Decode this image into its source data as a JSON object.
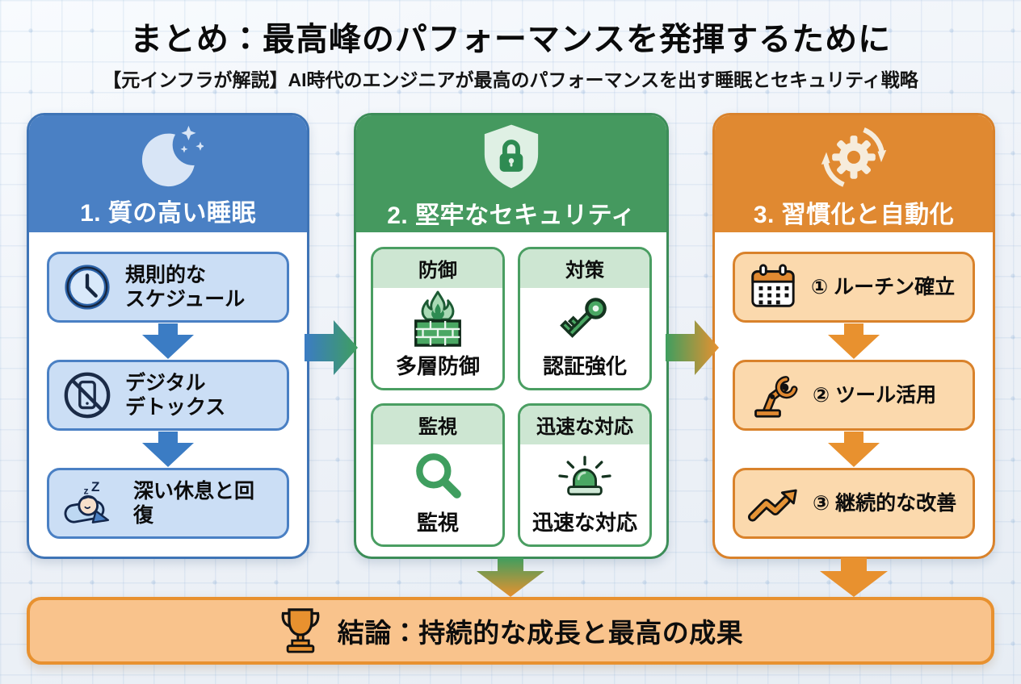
{
  "title": "まとめ：最高峰のパフォーマンスを発揮するために",
  "subtitle": "【元インフラが解説】AI時代のエンジニアが最高のパフォーマンスを出す睡眠とセキュリティ戦略",
  "columns": [
    {
      "header": "1. 質の高い睡眠",
      "header_icon": "moon-stars-icon",
      "accent_color": "#4a80c4",
      "item_fill": "#cbdef5",
      "items": [
        {
          "icon": "clock-icon",
          "label": "規則的な\nスケジュール"
        },
        {
          "icon": "no-phone-icon",
          "label": "デジタル\nデトックス"
        },
        {
          "icon": "sleeping-icon",
          "label": "深い休息と回復"
        }
      ]
    },
    {
      "header": "2. 堅牢なセキュリティ",
      "header_icon": "shield-lock-icon",
      "accent_color": "#45995f",
      "cell_header_fill": "#cde6d2",
      "cells": [
        {
          "header": "防御",
          "icon": "firewall-icon",
          "label": "多層防御"
        },
        {
          "header": "対策",
          "icon": "key-icon",
          "label": "認証強化"
        },
        {
          "header": "監視",
          "icon": "magnifier-icon",
          "label": "監視"
        },
        {
          "header": "迅速な対応",
          "icon": "siren-icon",
          "label": "迅速な対応"
        }
      ]
    },
    {
      "header": "3. 習慣化と自動化",
      "header_icon": "sync-gear-icon",
      "accent_color": "#e08931",
      "item_fill": "#fbd9ad",
      "items": [
        {
          "icon": "calendar-icon",
          "label": "① ルーチン確立"
        },
        {
          "icon": "robot-arm-icon",
          "label": "② ツール活用"
        },
        {
          "icon": "trend-up-icon",
          "label": "③ 継続的な改善"
        }
      ]
    }
  ],
  "flow_arrows": {
    "between_1_2": "blue-to-green right arrow",
    "between_2_3": "green-to-orange right arrow",
    "col2_to_conclusion": "green-to-orange down arrow",
    "col3_to_conclusion": "orange down arrow"
  },
  "conclusion": {
    "icon": "trophy-icon",
    "label": "結論：持続的な成長と最高の成果",
    "fill": "#f9c38c",
    "border": "#e8912f"
  }
}
